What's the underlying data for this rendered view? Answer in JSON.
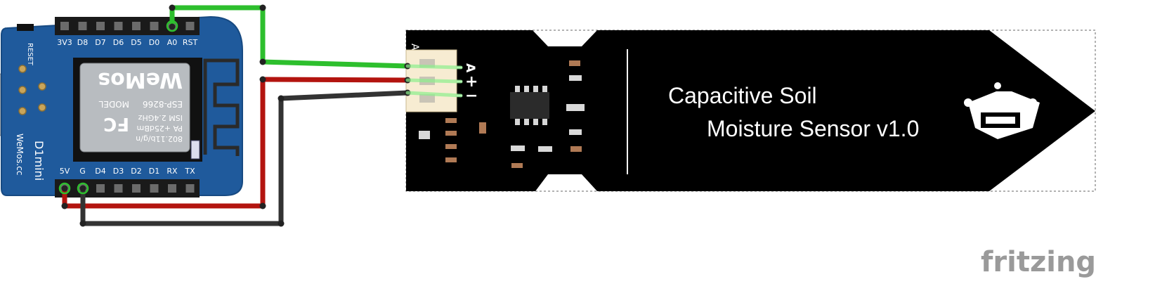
{
  "d1mini": {
    "top_pins": [
      "3V3",
      "D8",
      "D7",
      "D6",
      "D5",
      "D0",
      "A0",
      "RST"
    ],
    "bottom_pins": [
      "5V",
      "G",
      "D4",
      "D3",
      "D2",
      "D1",
      "RX",
      "TX"
    ],
    "reset_label": "RESET",
    "board_name": "D1mini",
    "board_site": "WeMos.cc",
    "module": {
      "logo_text": "WeMos",
      "model_label": "MODEL",
      "model": "ESP-8266",
      "ism": "ISM 2.4GHz",
      "pa": "PA +25dBm",
      "wifi": "802.11b/g/n",
      "fcc": "FC"
    },
    "colors": {
      "board": "#1f5a9c",
      "board_edge": "#174a82",
      "module": "#b8bcc0"
    }
  },
  "sensor": {
    "connector_label": "A",
    "pins": [
      "A",
      "+",
      "−"
    ],
    "title_line1": "Capacitive Soil",
    "title_line2": "Moisture Sensor v1.0",
    "logo_icon": "robot-head-icon",
    "colors": {
      "pcb": "#000000",
      "connector": "#f7ecd2"
    }
  },
  "wires": {
    "signal": {
      "from": "A0",
      "to": "A",
      "color": "#2dbf2d"
    },
    "power": {
      "from": "5V",
      "to": "+",
      "color": "#b3140f"
    },
    "ground": {
      "from": "G",
      "to": "−",
      "color": "#333333"
    }
  },
  "watermark": {
    "text": "fritzing",
    "color": "#9a9a9a"
  }
}
